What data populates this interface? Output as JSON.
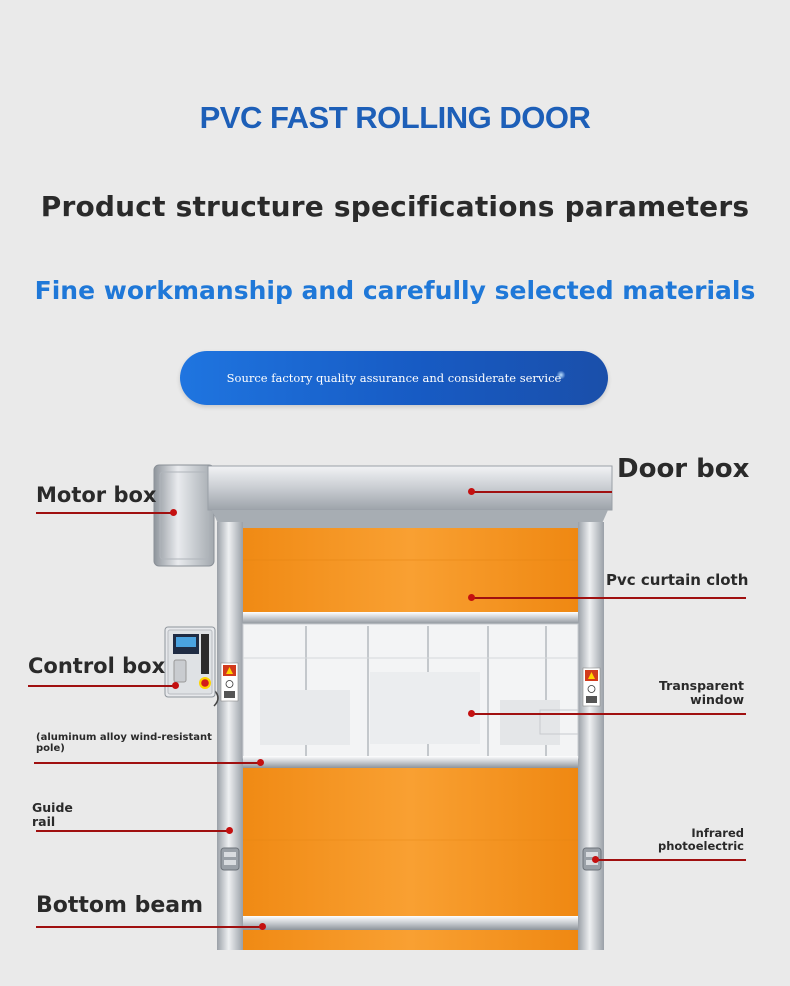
{
  "header": {
    "title": "PVC FAST ROLLING DOOR",
    "heading": "Product structure specifications parameters",
    "subheading": "Fine workmanship and carefully selected materials",
    "badge": "Source factory quality assurance and considerate service"
  },
  "labels": {
    "motor_box": "Motor box",
    "door_box": "Door box",
    "pvc_curtain": "Pvc curtain cloth",
    "control_box": "Control box",
    "transparent_line1": "Transparent",
    "transparent_line2": "window",
    "pole": "(aluminum alloy wind-resistant pole)",
    "guide_line1": "Guide",
    "guide_line2": "rail",
    "infrared_line1": "Infrared",
    "infrared_line2": "photoelectric",
    "bottom_beam": "Bottom beam"
  },
  "colors": {
    "title_blue": "#1d5fb8",
    "sub_blue": "#1f78d8",
    "leader_red": "#a01010",
    "curtain_orange": "#f7941d",
    "frame_silver": "#b7bcc2"
  },
  "icons": {
    "warning_sign": "warning-icon",
    "photo_sensor": "sensor-icon",
    "stop_button": "emergency-stop-icon"
  }
}
